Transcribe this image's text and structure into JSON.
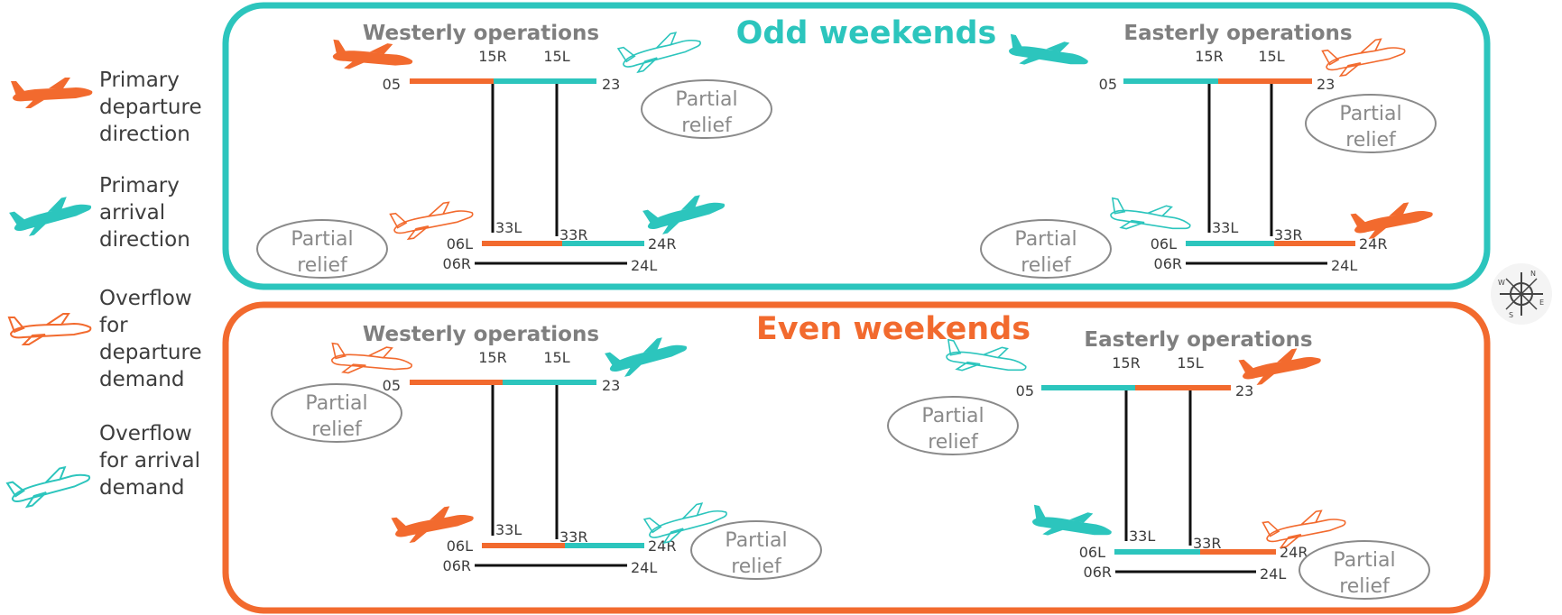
{
  "colors": {
    "teal": "#2cc5bd",
    "orange": "#f26a2e",
    "grey_text": "#7f7f7f",
    "label_text": "#3d3d3d",
    "black": "#111111"
  },
  "legend": [
    {
      "icon": "plane-solid-orange",
      "lines": [
        "Primary",
        "departure",
        "direction"
      ]
    },
    {
      "icon": "plane-solid-teal",
      "lines": [
        "Primary",
        "arrival",
        "direction"
      ]
    },
    {
      "icon": "plane-outline-orange",
      "lines": [
        "Overflow",
        "for",
        "departure",
        "demand"
      ]
    },
    {
      "icon": "plane-outline-teal",
      "lines": [
        "Overflow",
        "for arrival",
        "demand"
      ]
    }
  ],
  "panels": {
    "odd": {
      "title": "Odd weekends",
      "color": "teal"
    },
    "even": {
      "title": "Even weekends",
      "color": "orange"
    }
  },
  "diagrams": {
    "odd_west": {
      "heading": "Westerly operations",
      "top_runway": {
        "left": "05",
        "right": "23",
        "left_color": "orange",
        "right_color": "teal"
      },
      "cross_tops": [
        "15R",
        "15L"
      ],
      "cross_bottoms": [
        "33L",
        "33R"
      ],
      "main_runway": {
        "left": "06L",
        "right": "24R",
        "left_color": "orange",
        "right_color": "teal"
      },
      "low_runway": {
        "left": "06R",
        "right": "24L"
      },
      "relief": [
        "Partial",
        "relief"
      ],
      "planes": [
        "plane-solid-orange",
        "plane-outline-teal",
        "plane-outline-orange",
        "plane-solid-teal"
      ]
    },
    "odd_east": {
      "heading": "Easterly operations",
      "top_runway": {
        "left": "05",
        "right": "23",
        "left_color": "teal",
        "right_color": "orange"
      },
      "cross_tops": [
        "15R",
        "15L"
      ],
      "cross_bottoms": [
        "33L",
        "33R"
      ],
      "main_runway": {
        "left": "06L",
        "right": "24R",
        "left_color": "teal",
        "right_color": "orange"
      },
      "low_runway": {
        "left": "06R",
        "right": "24L"
      },
      "relief": [
        "Partial",
        "relief"
      ],
      "planes": [
        "plane-solid-teal",
        "plane-outline-orange",
        "plane-outline-teal",
        "plane-solid-orange"
      ]
    },
    "even_west": {
      "heading": "Westerly operations",
      "top_runway": {
        "left": "05",
        "right": "23",
        "left_color": "orange",
        "right_color": "teal"
      },
      "cross_tops": [
        "15R",
        "15L"
      ],
      "cross_bottoms": [
        "33L",
        "33R"
      ],
      "main_runway": {
        "left": "06L",
        "right": "24R",
        "left_color": "orange",
        "right_color": "teal"
      },
      "low_runway": {
        "left": "06R",
        "right": "24L"
      },
      "relief": [
        "Partial",
        "relief"
      ],
      "planes": [
        "plane-outline-orange",
        "plane-solid-teal",
        "plane-solid-orange",
        "plane-outline-teal"
      ]
    },
    "even_east": {
      "heading": "Easterly operations",
      "top_runway": {
        "left": "05",
        "right": "23",
        "left_color": "teal",
        "right_color": "orange"
      },
      "cross_tops": [
        "15R",
        "15L"
      ],
      "cross_bottoms": [
        "33L",
        "33R"
      ],
      "main_runway": {
        "left": "06L",
        "right": "24R",
        "left_color": "teal",
        "right_color": "orange"
      },
      "low_runway": {
        "left": "06R",
        "right": "24L"
      },
      "relief": [
        "Partial",
        "relief"
      ],
      "planes": [
        "plane-outline-teal",
        "plane-solid-orange",
        "plane-solid-teal",
        "plane-outline-orange"
      ]
    }
  },
  "compass": {
    "icon": "compass-rose-icon",
    "letters": [
      "N",
      "E",
      "S",
      "W"
    ]
  }
}
